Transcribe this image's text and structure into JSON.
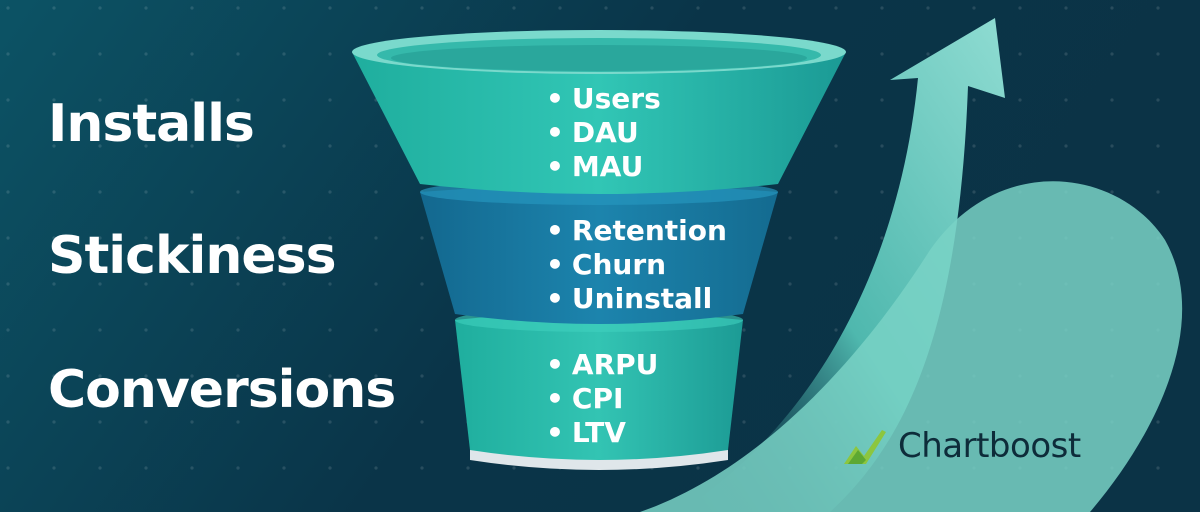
{
  "stages": [
    {
      "label": "Installs",
      "metrics": [
        "Users",
        "DAU",
        "MAU"
      ]
    },
    {
      "label": "Stickiness",
      "metrics": [
        "Retention",
        "Churn",
        "Uninstall"
      ]
    },
    {
      "label": "Conversions",
      "metrics": [
        "ARPU",
        "CPI",
        "LTV"
      ]
    }
  ],
  "brand": {
    "name": "Chartboost",
    "logo_icon": "chartboost-logo-icon"
  },
  "colors": {
    "background": "#0d4a5a",
    "funnel_top": "#2fc4b2",
    "funnel_middle": "#1a7fa8",
    "funnel_bottom": "#2fc4b2",
    "accent_shape": "#7fd8cc",
    "brand_text": "#0e2c3a",
    "logo_green": "#8cc63f"
  }
}
